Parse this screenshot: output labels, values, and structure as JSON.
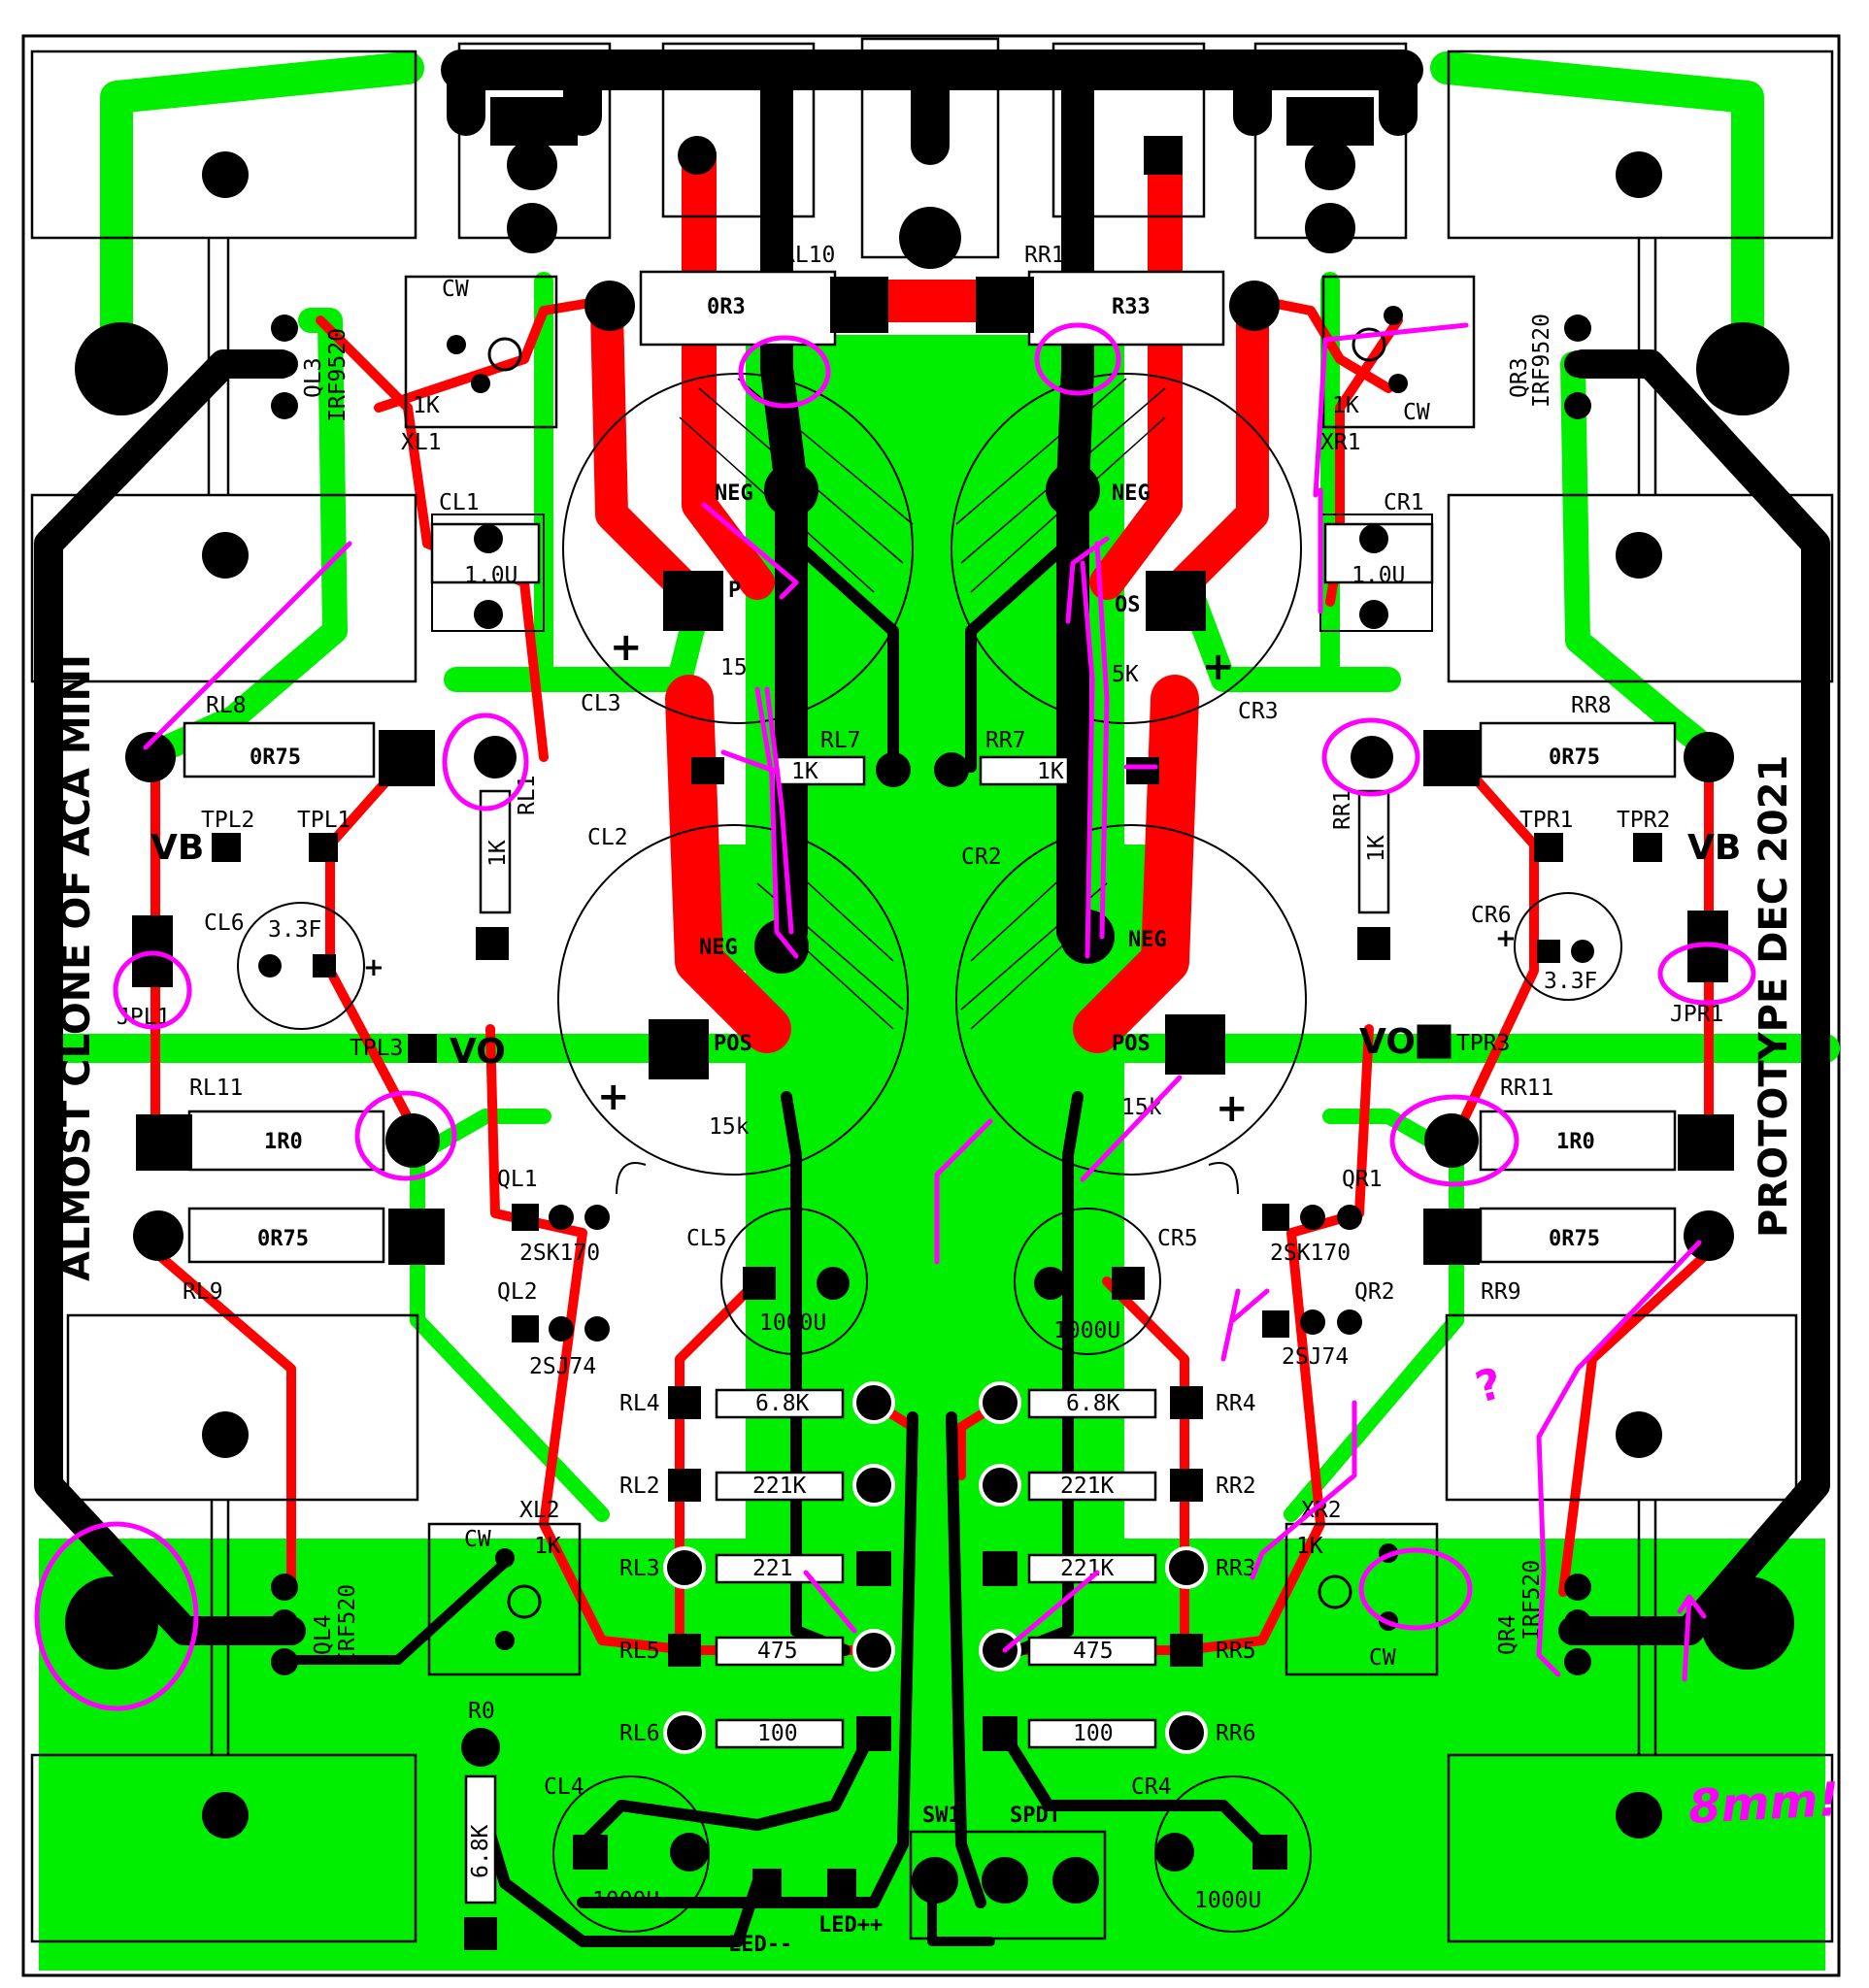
{
  "board": {
    "title_left": "ALMOST CLONE OF ACA MINI",
    "title_right": "PROTOTYPE DEC 2021"
  },
  "labels": {
    "RL10": "RL10",
    "RR10": "RR10",
    "RL3c": "0R3",
    "RR3c": "R33",
    "CL1": "CL1",
    "CR1": "CR1",
    "cl1v": "1.0U",
    "cr1v": "1.0U",
    "CL3": "CL3",
    "CR3": "CR3",
    "CL2": "CL2",
    "CR2": "CR2",
    "NEG": "NEG",
    "POS": "POS",
    "k15": "15k",
    "k15b": "15k",
    "P": "P",
    "OS": "OS",
    "k5": "5K",
    "k15c": "15",
    "RL7": "RL7",
    "RR7": "RR7",
    "1K": "1K",
    "RL8": "RL8",
    "RR8": "RR8",
    "RL9": "RL9",
    "RR9": "RR9",
    "RL11": "RL11",
    "RR11": "RR11",
    "0R75": "0R75",
    "1R0": "1R0",
    "TPL1": "TPL1",
    "TPL2": "TPL2",
    "TPL3": "TPL3",
    "TPR1": "TPR1",
    "TPR2": "TPR2",
    "TPR3": "TPR3",
    "VB": "VB",
    "VO": "VO",
    "CL6": "CL6",
    "CR6": "CR6",
    "c6v": "3.3F",
    "JPL1": "JPL1",
    "JPR1": "JPR1",
    "RL1": "RL1",
    "RR1": "RR1",
    "QL1": "QL1",
    "QR1": "QR1",
    "QL2": "QL2",
    "QR2": "QR2",
    "2SK170": "2SK170",
    "2SJ74": "2SJ74",
    "CL5": "CL5",
    "CR5": "CR5",
    "1000U": "1000U",
    "RL4": "RL4",
    "RL2": "RL2",
    "RL3": "RL3",
    "RL5": "RL5",
    "RL6": "RL6",
    "RR4": "RR4",
    "RR2": "RR2",
    "RR3": "RR3",
    "RR5": "RR5",
    "RR6": "RR6",
    "6.8K": "6.8K",
    "221K": "221K",
    "221": "221",
    "475": "475",
    "100": "100",
    "XL1": "XL1",
    "XR1": "XR1",
    "XL2": "XL2",
    "XR2": "XR2",
    "CW": "CW",
    "QL3": "QL3",
    "QR3": "QR3",
    "IRF9520": "IRF9520",
    "QL4": "QL4",
    "QR4": "QR4",
    "IRF520": "IRF520",
    "R0": "R0",
    "6k": "6.8K",
    "CL4": "CL4",
    "CR4": "CR4",
    "SW1": "SW1",
    "SPDT": "SPDT",
    "LEDm": "LED--",
    "LEDp": "LED++"
  },
  "annotations": {
    "question": "?",
    "width_note": "8mm!"
  },
  "colors": {
    "top_copper": "#ff0000",
    "bottom_copper": "#00ee00",
    "thick_trace": "#000000",
    "markup": "#ff00ff"
  }
}
